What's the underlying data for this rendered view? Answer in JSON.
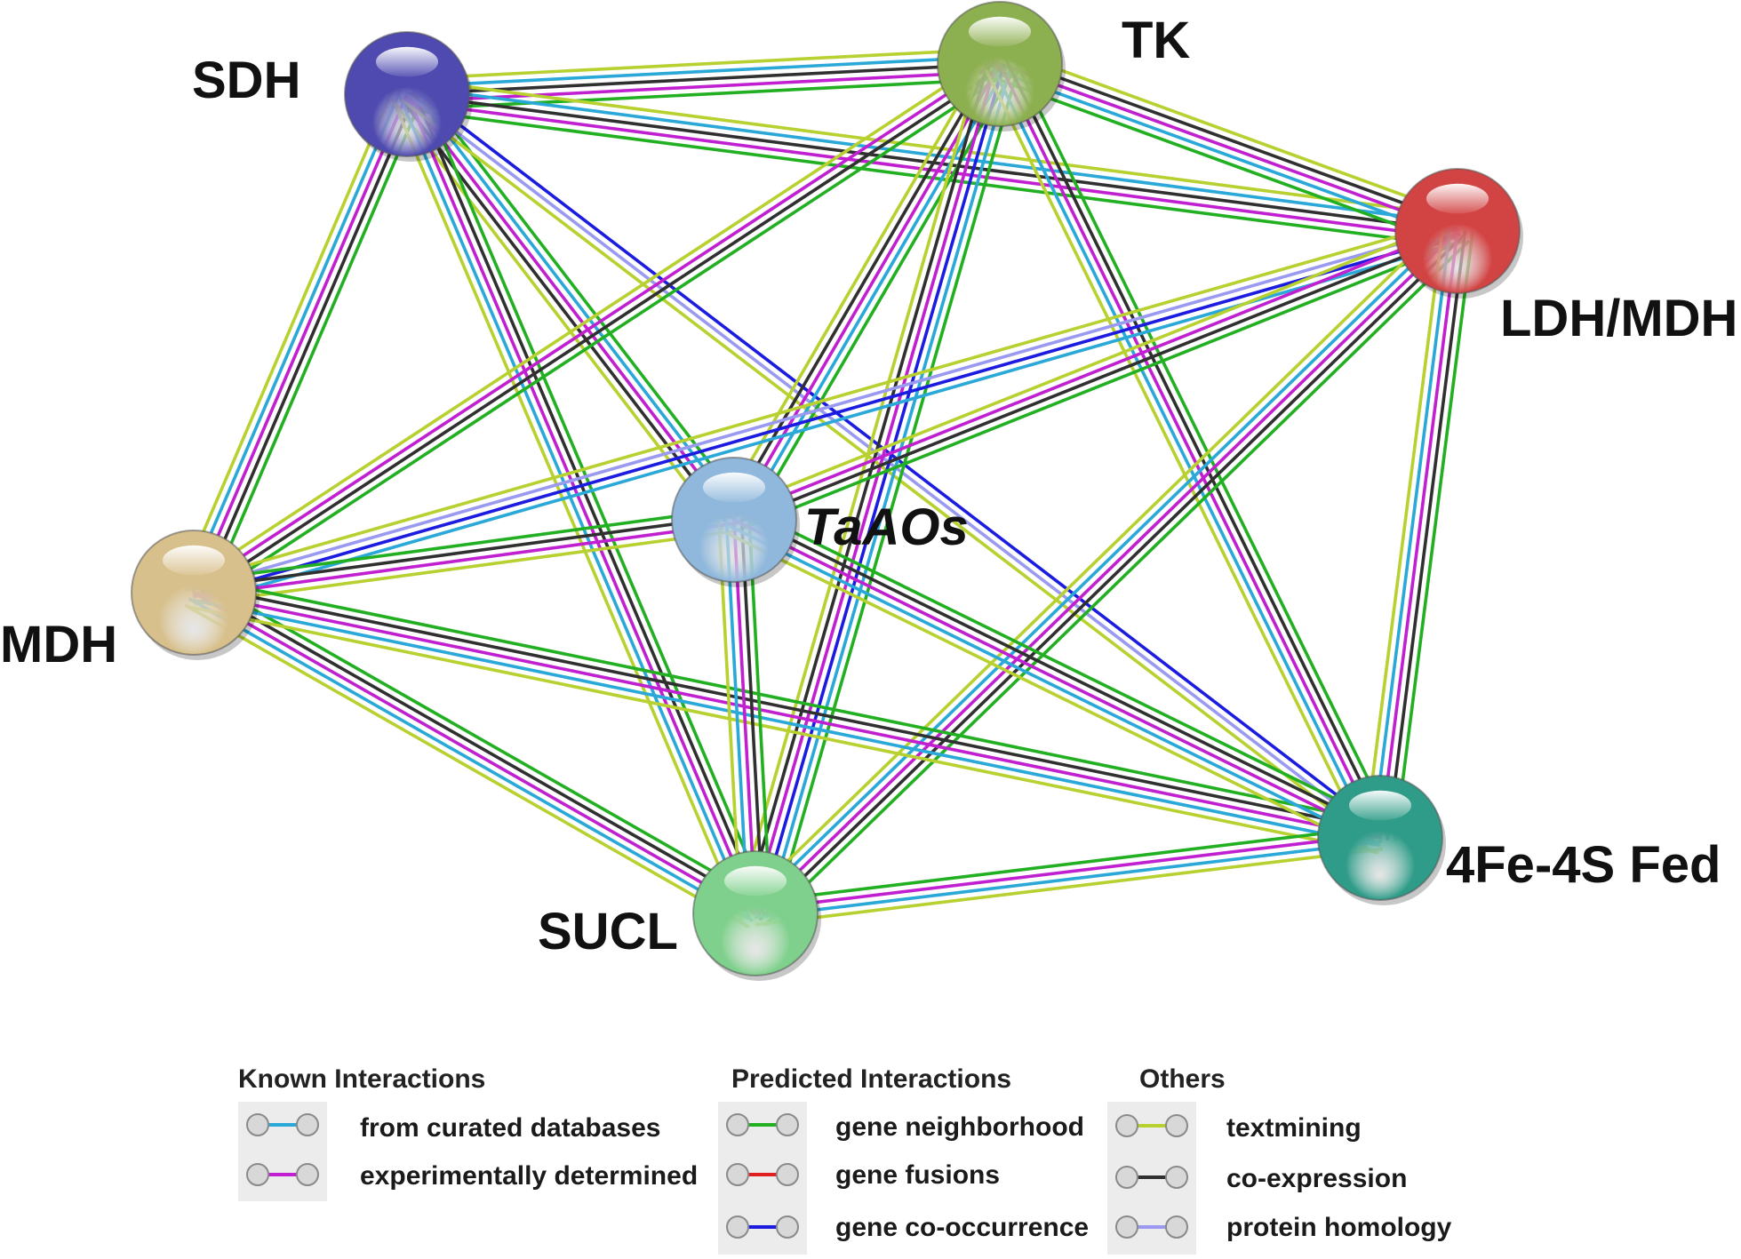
{
  "colors": {
    "curated": "#2aa8d8",
    "experimental": "#c020d0",
    "neighborhood": "#22b022",
    "fusion": "#e02020",
    "cooccurrence": "#1c1ce0",
    "textmining": "#b8d030",
    "coexpression": "#303030",
    "homology": "#9a9af0"
  },
  "nodes": [
    {
      "id": "SDH",
      "label": "SDH",
      "color": "#4e4ab0",
      "italic": false
    },
    {
      "id": "TK",
      "label": "TK",
      "color": "#8caf4f",
      "italic": false
    },
    {
      "id": "LDH",
      "label": "LDH/MDH",
      "color": "#d24444",
      "italic": false
    },
    {
      "id": "TaAOs",
      "label": "TaAOs",
      "color": "#8fb8dc",
      "italic": true
    },
    {
      "id": "MDH",
      "label": "MDH",
      "color": "#d7c08c",
      "italic": false
    },
    {
      "id": "SUCL",
      "label": "SUCL",
      "color": "#7fd08c",
      "italic": false
    },
    {
      "id": "FED",
      "label": "4Fe-4S Fed",
      "color": "#2e9c88",
      "italic": false
    }
  ],
  "edges": [
    {
      "source": "SDH",
      "target": "TK",
      "types": [
        "textmining",
        "curated",
        "coexpression",
        "experimental",
        "neighborhood"
      ]
    },
    {
      "source": "SDH",
      "target": "LDH",
      "types": [
        "textmining",
        "curated",
        "coexpression",
        "experimental",
        "neighborhood"
      ]
    },
    {
      "source": "SDH",
      "target": "MDH",
      "types": [
        "neighborhood",
        "coexpression",
        "experimental",
        "curated",
        "textmining"
      ]
    },
    {
      "source": "SDH",
      "target": "TaAOs",
      "types": [
        "neighborhood",
        "curated",
        "experimental",
        "coexpression",
        "textmining"
      ]
    },
    {
      "source": "SDH",
      "target": "SUCL",
      "types": [
        "neighborhood",
        "coexpression",
        "experimental",
        "curated",
        "textmining"
      ]
    },
    {
      "source": "SDH",
      "target": "FED",
      "types": [
        "cooccurrence",
        "homology",
        "textmining"
      ]
    },
    {
      "source": "TK",
      "target": "LDH",
      "types": [
        "textmining",
        "coexpression",
        "experimental",
        "curated",
        "neighborhood"
      ]
    },
    {
      "source": "TK",
      "target": "MDH",
      "types": [
        "neighborhood",
        "coexpression",
        "experimental",
        "textmining"
      ]
    },
    {
      "source": "TK",
      "target": "TaAOs",
      "types": [
        "neighborhood",
        "curated",
        "experimental",
        "coexpression",
        "textmining"
      ]
    },
    {
      "source": "TK",
      "target": "SUCL",
      "types": [
        "neighborhood",
        "curated",
        "cooccurrence",
        "experimental",
        "coexpression",
        "textmining"
      ]
    },
    {
      "source": "TK",
      "target": "FED",
      "types": [
        "neighborhood",
        "coexpression",
        "experimental",
        "curated",
        "textmining"
      ]
    },
    {
      "source": "LDH",
      "target": "MDH",
      "types": [
        "curated",
        "cooccurrence",
        "homology",
        "textmining"
      ]
    },
    {
      "source": "LDH",
      "target": "TaAOs",
      "types": [
        "neighborhood",
        "coexpression",
        "experimental",
        "textmining"
      ]
    },
    {
      "source": "LDH",
      "target": "SUCL",
      "types": [
        "neighborhood",
        "coexpression",
        "experimental",
        "curated",
        "textmining"
      ]
    },
    {
      "source": "LDH",
      "target": "FED",
      "types": [
        "neighborhood",
        "coexpression",
        "experimental",
        "curated",
        "textmining"
      ]
    },
    {
      "source": "MDH",
      "target": "TaAOs",
      "types": [
        "neighborhood",
        "coexpression",
        "experimental",
        "textmining"
      ]
    },
    {
      "source": "MDH",
      "target": "SUCL",
      "types": [
        "neighborhood",
        "coexpression",
        "experimental",
        "curated",
        "textmining"
      ]
    },
    {
      "source": "MDH",
      "target": "FED",
      "types": [
        "neighborhood",
        "coexpression",
        "experimental",
        "curated",
        "textmining"
      ]
    },
    {
      "source": "TaAOs",
      "target": "SUCL",
      "types": [
        "neighborhood",
        "coexpression",
        "experimental",
        "curated",
        "textmining"
      ]
    },
    {
      "source": "TaAOs",
      "target": "FED",
      "types": [
        "neighborhood",
        "coexpression",
        "experimental",
        "curated",
        "textmining"
      ]
    },
    {
      "source": "SUCL",
      "target": "FED",
      "types": [
        "neighborhood",
        "experimental",
        "curated",
        "textmining"
      ]
    }
  ],
  "legend": {
    "groups": [
      {
        "title": "Known Interactions",
        "items": [
          {
            "label": "from curated databases",
            "type": "curated"
          },
          {
            "label": "experimentally determined",
            "type": "experimental"
          }
        ]
      },
      {
        "title": "Predicted Interactions",
        "items": [
          {
            "label": "gene neighborhood",
            "type": "neighborhood"
          },
          {
            "label": "gene fusions",
            "type": "fusion"
          },
          {
            "label": "gene co-occurrence",
            "type": "cooccurrence"
          }
        ]
      },
      {
        "title": "Others",
        "items": [
          {
            "label": "textmining",
            "type": "textmining"
          },
          {
            "label": "co-expression",
            "type": "coexpression"
          },
          {
            "label": "protein homology",
            "type": "homology"
          }
        ]
      }
    ]
  }
}
